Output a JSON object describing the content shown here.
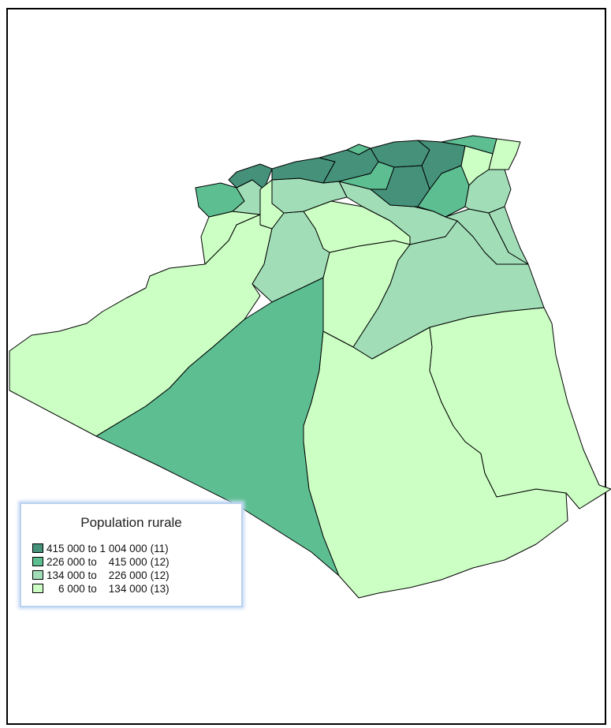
{
  "legend": {
    "title": "Population rurale",
    "classes": [
      {
        "label": "415 000 to 1 004 000",
        "count": "(11)",
        "color": "#45917a"
      },
      {
        "label": "226 000 to    415 000",
        "count": "(12)",
        "color": "#5dbe92"
      },
      {
        "label": "134 000 to    226 000",
        "count": "(12)",
        "color": "#a1deb8"
      },
      {
        "label": "    6 000 to    134 000",
        "count": "(13)",
        "color": "#ccffc4"
      }
    ]
  }
}
